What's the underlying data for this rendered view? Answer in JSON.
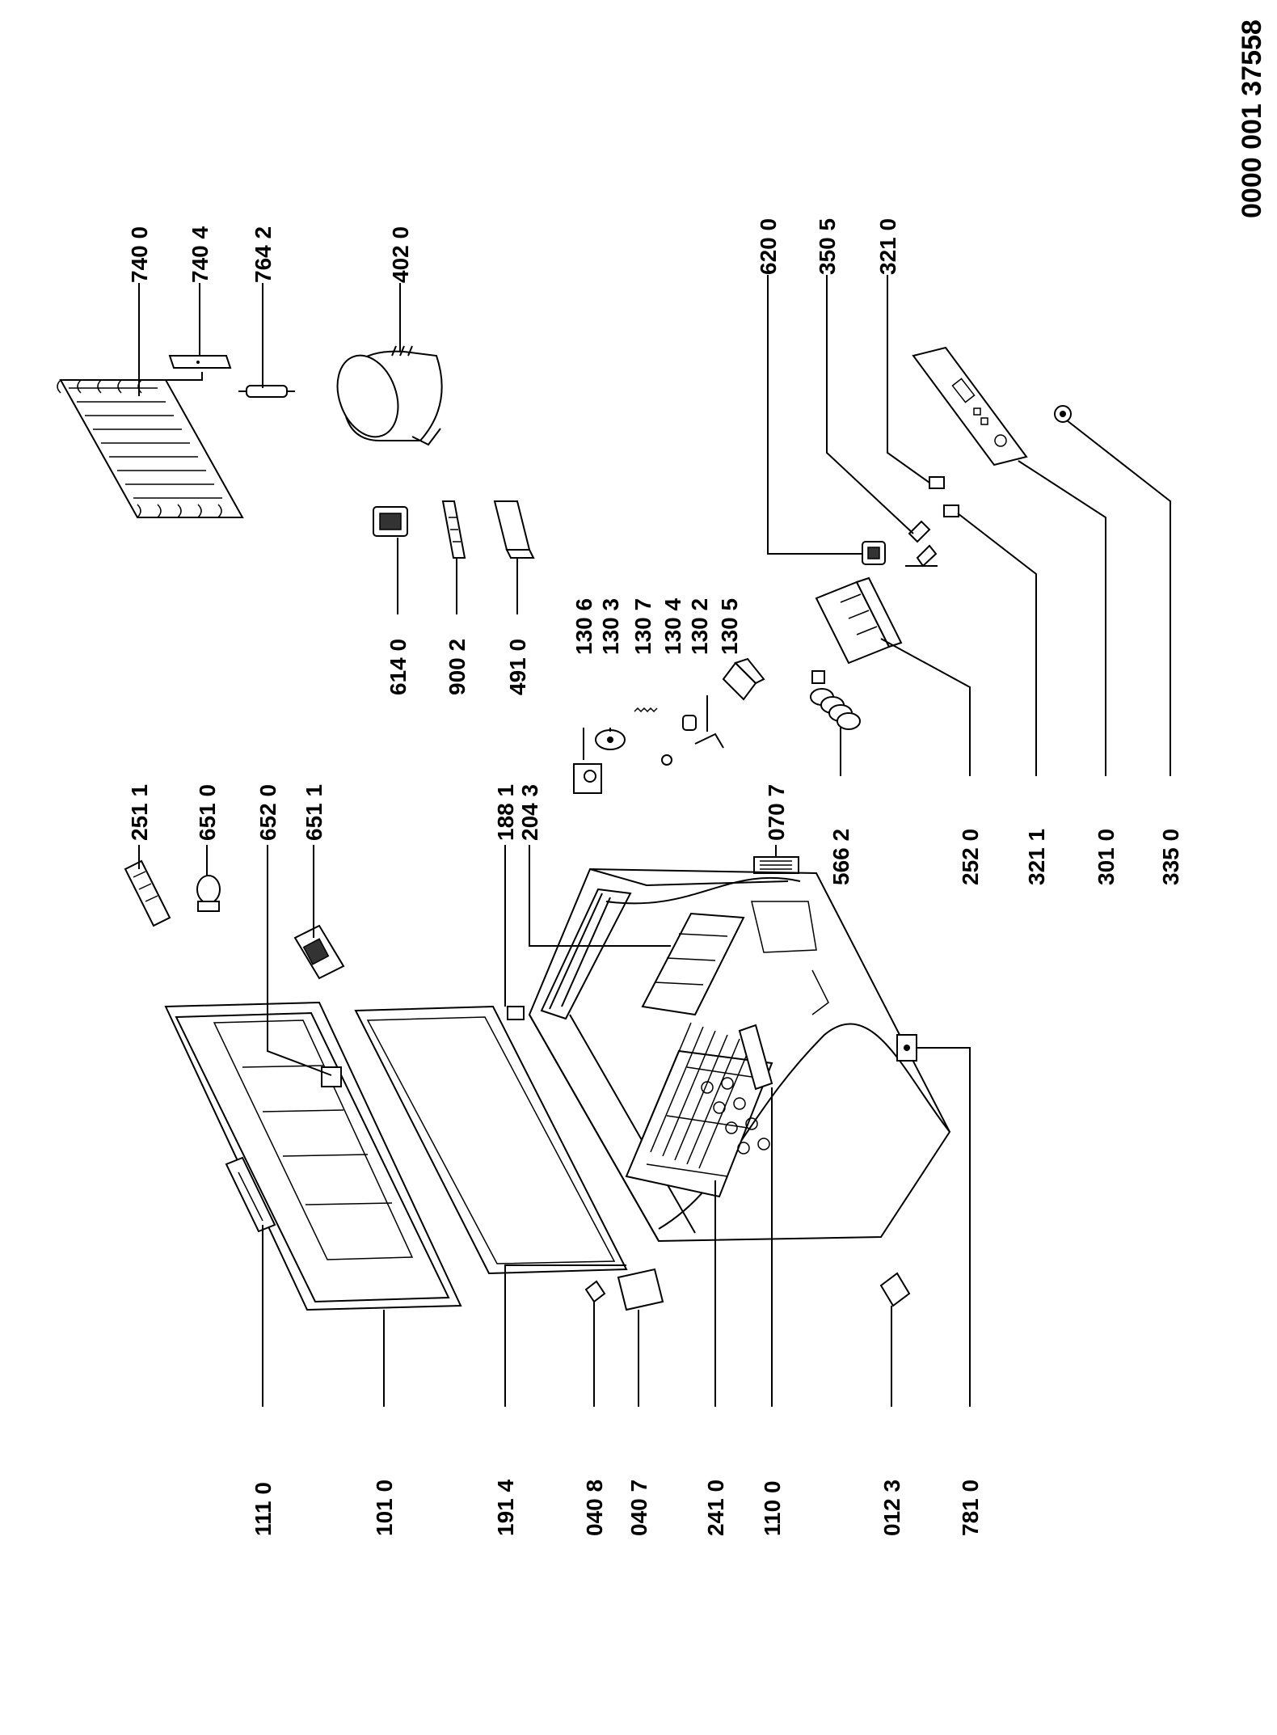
{
  "document_number": "0000 001 37558",
  "part_labels": [
    {
      "id": "p7400",
      "text": "740 0"
    },
    {
      "id": "p7404",
      "text": "740 4"
    },
    {
      "id": "p7642",
      "text": "764 2"
    },
    {
      "id": "p4020",
      "text": "402 0"
    },
    {
      "id": "p6200",
      "text": "620 0"
    },
    {
      "id": "p3505",
      "text": "350 5"
    },
    {
      "id": "p3210",
      "text": "321 0"
    },
    {
      "id": "p6140",
      "text": "614 0"
    },
    {
      "id": "p9002",
      "text": "900 2"
    },
    {
      "id": "p4910",
      "text": "491 0"
    },
    {
      "id": "p1306",
      "text": "130 6"
    },
    {
      "id": "p1303",
      "text": "130 3"
    },
    {
      "id": "p1307",
      "text": "130 7"
    },
    {
      "id": "p1304",
      "text": "130 4"
    },
    {
      "id": "p1302",
      "text": "130 2"
    },
    {
      "id": "p1305",
      "text": "130 5"
    },
    {
      "id": "p2511",
      "text": "251 1"
    },
    {
      "id": "p6510",
      "text": "651 0"
    },
    {
      "id": "p6520",
      "text": "652 0"
    },
    {
      "id": "p6511",
      "text": "651 1"
    },
    {
      "id": "p1881",
      "text": "188 1"
    },
    {
      "id": "p2043",
      "text": "204 3"
    },
    {
      "id": "p0707",
      "text": "070 7"
    },
    {
      "id": "p5662",
      "text": "566 2"
    },
    {
      "id": "p2520",
      "text": "252 0"
    },
    {
      "id": "p3211",
      "text": "321 1"
    },
    {
      "id": "p3010",
      "text": "301 0"
    },
    {
      "id": "p3350",
      "text": "335 0"
    },
    {
      "id": "p1110",
      "text": "111 0"
    },
    {
      "id": "p1010",
      "text": "101 0"
    },
    {
      "id": "p1914",
      "text": "191 4"
    },
    {
      "id": "p0408",
      "text": "040 8"
    },
    {
      "id": "p0407",
      "text": "040 7"
    },
    {
      "id": "p2410",
      "text": "241 0"
    },
    {
      "id": "p1100",
      "text": "110 0"
    },
    {
      "id": "p0123",
      "text": "012 3"
    },
    {
      "id": "p7810",
      "text": "781 0"
    }
  ]
}
